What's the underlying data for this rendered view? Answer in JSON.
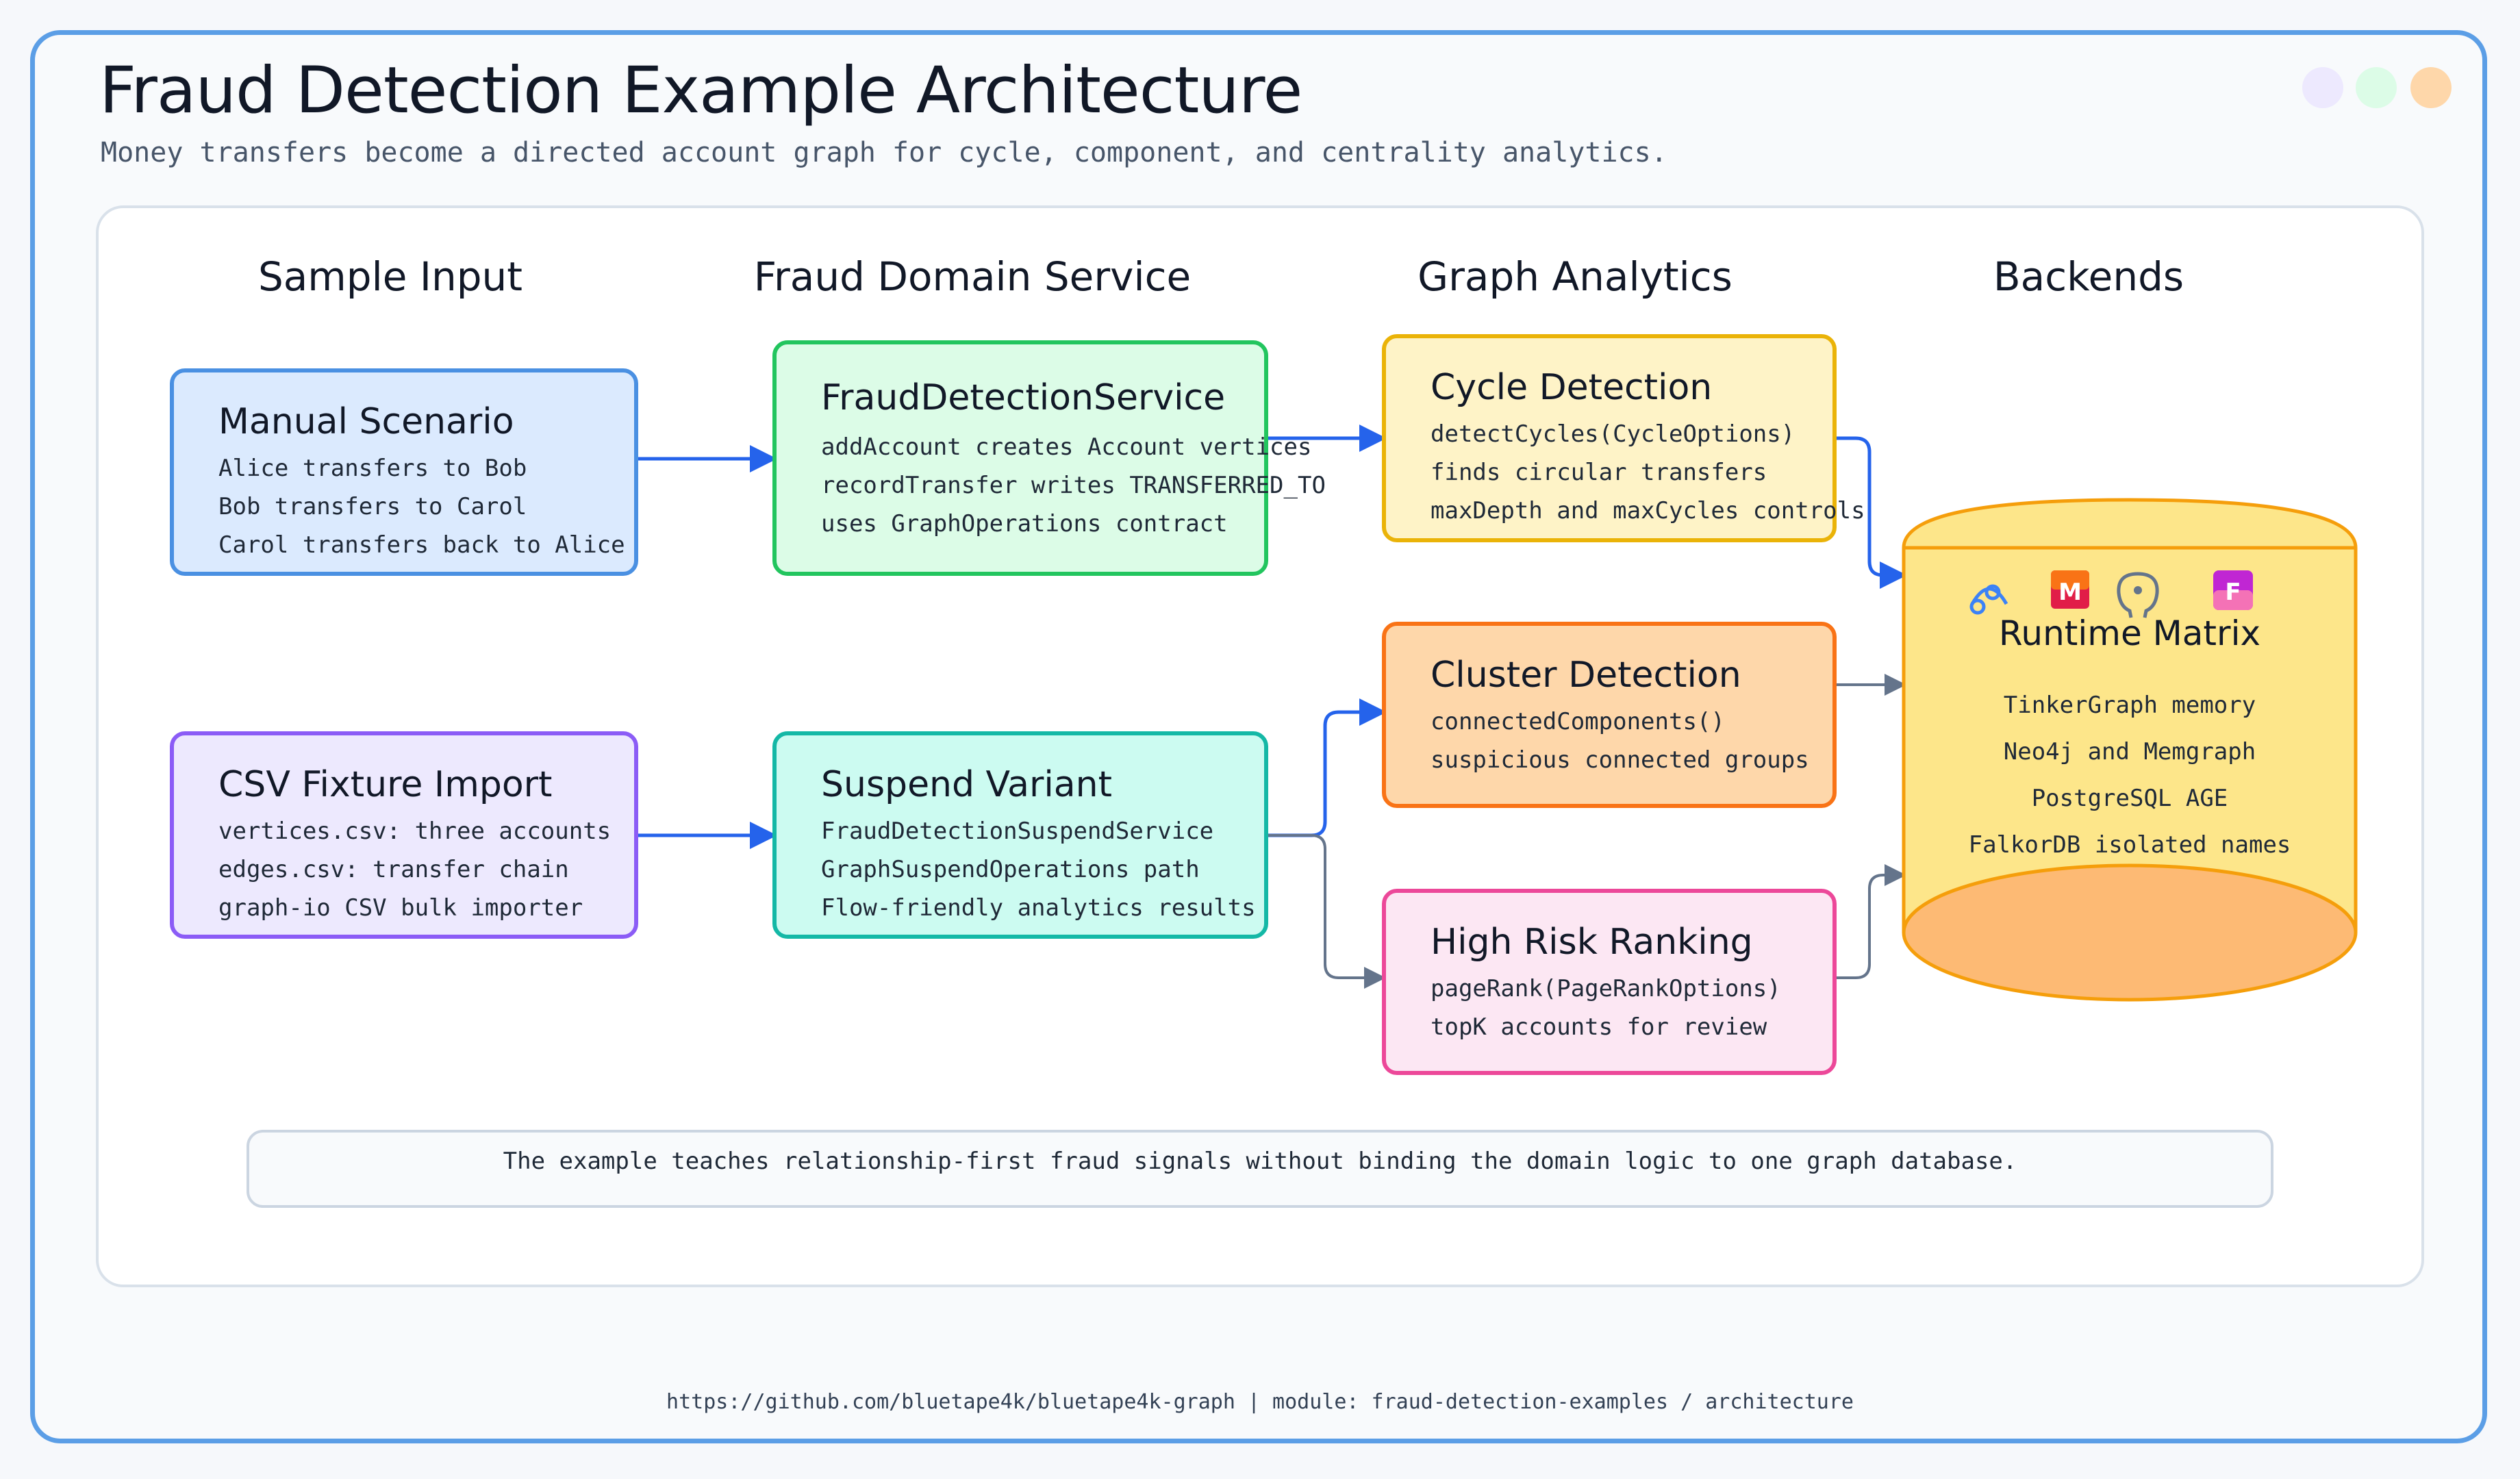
{
  "header": {
    "title": "Fraud Detection Example Architecture",
    "subtitle": "Money transfers become a directed account graph for cycle, component, and centrality analytics."
  },
  "window_dots": [
    "#ede9fe",
    "#dcfce7",
    "#fed7aa"
  ],
  "columns": [
    "Sample Input",
    "Fraud Domain Service",
    "Graph Analytics",
    "Backends"
  ],
  "nodes": {
    "manual": {
      "title": "Manual Scenario",
      "lines": [
        "Alice transfers to Bob",
        "Bob transfers to Carol",
        "Carol transfers back to Alice"
      ]
    },
    "csv": {
      "title": "CSV Fixture Import",
      "lines": [
        "vertices.csv: three accounts",
        "edges.csv: transfer chain",
        "graph-io CSV bulk importer"
      ]
    },
    "service": {
      "title": "FraudDetectionService",
      "lines": [
        "addAccount creates Account vertices",
        "recordTransfer writes TRANSFERRED_TO",
        "uses GraphOperations contract"
      ]
    },
    "suspend": {
      "title": "Suspend Variant",
      "lines": [
        "FraudDetectionSuspendService",
        "GraphSuspendOperations path",
        "Flow-friendly analytics results"
      ]
    },
    "cycle": {
      "title": "Cycle Detection",
      "lines": [
        "detectCycles(CycleOptions)",
        "finds circular transfers",
        "maxDepth and maxCycles controls"
      ]
    },
    "cluster": {
      "title": "Cluster Detection",
      "lines": [
        "connectedComponents()",
        "suspicious connected groups"
      ]
    },
    "risk": {
      "title": "High Risk Ranking",
      "lines": [
        "pageRank(PageRankOptions)",
        "topK accounts for review"
      ]
    }
  },
  "matrix": {
    "title": "Runtime Matrix",
    "lines": [
      "TinkerGraph memory",
      "Neo4j and Memgraph",
      "PostgreSQL AGE",
      "FalkorDB isolated names"
    ],
    "icons": [
      "neo4j-icon",
      "memgraph-icon",
      "postgresql-icon",
      "falkordb-icon"
    ]
  },
  "footnote": "The example teaches relationship-first fraud signals without binding the domain logic to one graph database.",
  "footer": "https://github.com/bluetape4k/bluetape4k-graph | module: fraud-detection-examples / architecture",
  "colors": {
    "frame": "#5b9ee6",
    "blue_edge": "#2563eb",
    "gray_edge": "#64748b",
    "cylinder_fill": "#fde68a",
    "cylinder_bottom": "#fdba74",
    "cylinder_border": "#f59e0b"
  }
}
